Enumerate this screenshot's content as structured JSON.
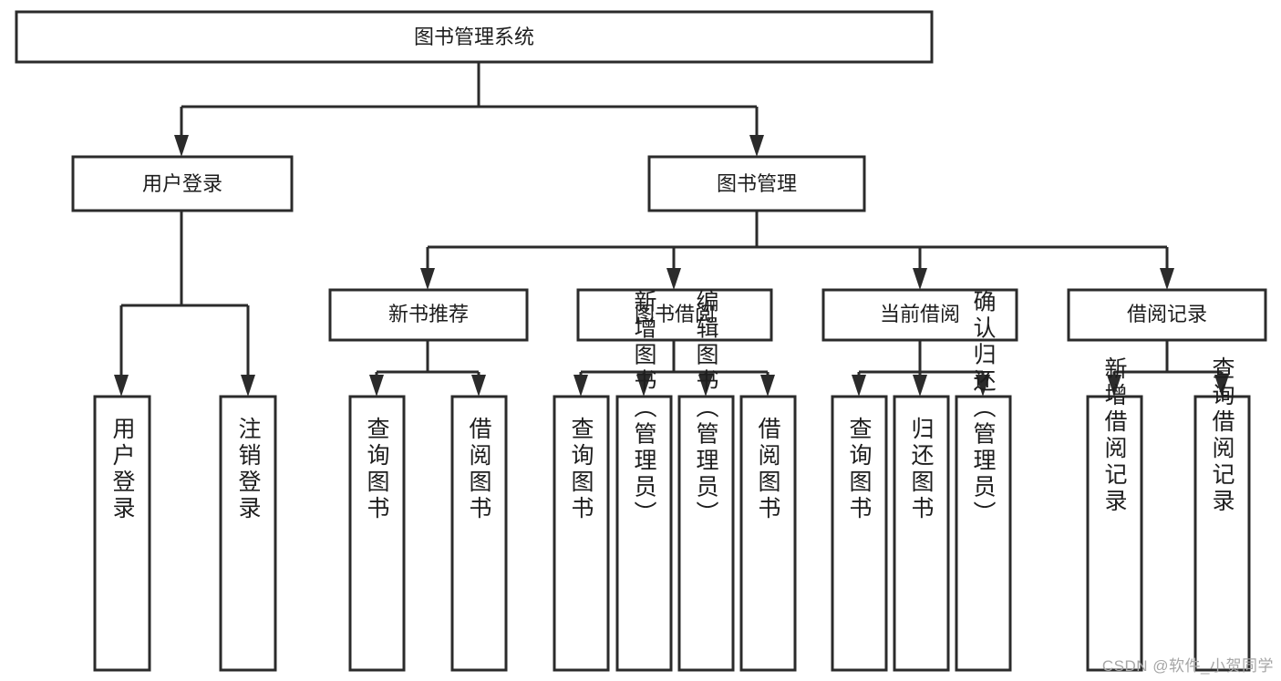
{
  "diagram": {
    "type": "tree",
    "title": "图书管理系统",
    "orientation": "top-down",
    "watermark": "CSDN @软件_小贺同学",
    "colors": {
      "background": "#ffffff",
      "stroke": "#2b2b2b",
      "box_fill": "#ffffff",
      "text": "#1d1d1d",
      "watermark": "#a6a6a6"
    },
    "levels": {
      "root": {
        "label": "图书管理系统"
      },
      "level2": [
        {
          "label": "用户登录"
        },
        {
          "label": "图书管理"
        }
      ],
      "level3": [
        {
          "label": "新书推荐"
        },
        {
          "label": "图书借阅"
        },
        {
          "label": "当前借阅"
        },
        {
          "label": "借阅记录"
        }
      ]
    },
    "nodes": {
      "root": "图书管理系统",
      "user_login": "用户登录",
      "book_manage": "图书管理",
      "new_book_rec": "新书推荐",
      "book_borrow": "图书借阅",
      "current_borrow": "当前借阅",
      "borrow_record": "借阅记录",
      "leaf_user_login": "用户登录",
      "leaf_logout": "注销登录",
      "leaf_query_book_1": "查询图书",
      "leaf_borrow_book_1": "借阅图书",
      "leaf_query_book_2": "查询图书",
      "leaf_add_book": "新增图书（管理员）",
      "leaf_edit_book": "编辑图书（管理员）",
      "leaf_borrow_book_2": "借阅图书",
      "leaf_query_book_3": "查询图书",
      "leaf_return_book": "归还图书",
      "leaf_confirm_return": "确认归还（管理员）",
      "leaf_add_record": "新增借阅记录",
      "leaf_query_record": "查询借阅记录"
    }
  }
}
